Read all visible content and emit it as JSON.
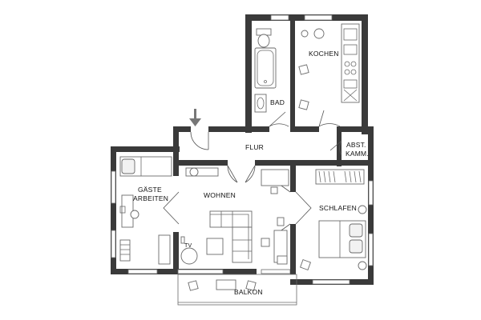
{
  "rooms": {
    "kochen": "KOCHEN",
    "bad": "BAD",
    "flur": "FLUR",
    "abst_line1": "ABST.",
    "abst_line2": "KAMM.",
    "gaeste_line1": "GÄSTE",
    "gaeste_line2": "ARBEITEN",
    "wohnen": "WOHNEN",
    "schlafen": "SCHLAFEN",
    "balkon": "BALKON",
    "tv": "TV"
  },
  "icons": {
    "entrance": "entrance-arrow-icon"
  },
  "colors": {
    "wall": "#3a3a3a",
    "window": "#ffffff",
    "furniture_stroke": "#6a6a6a"
  }
}
